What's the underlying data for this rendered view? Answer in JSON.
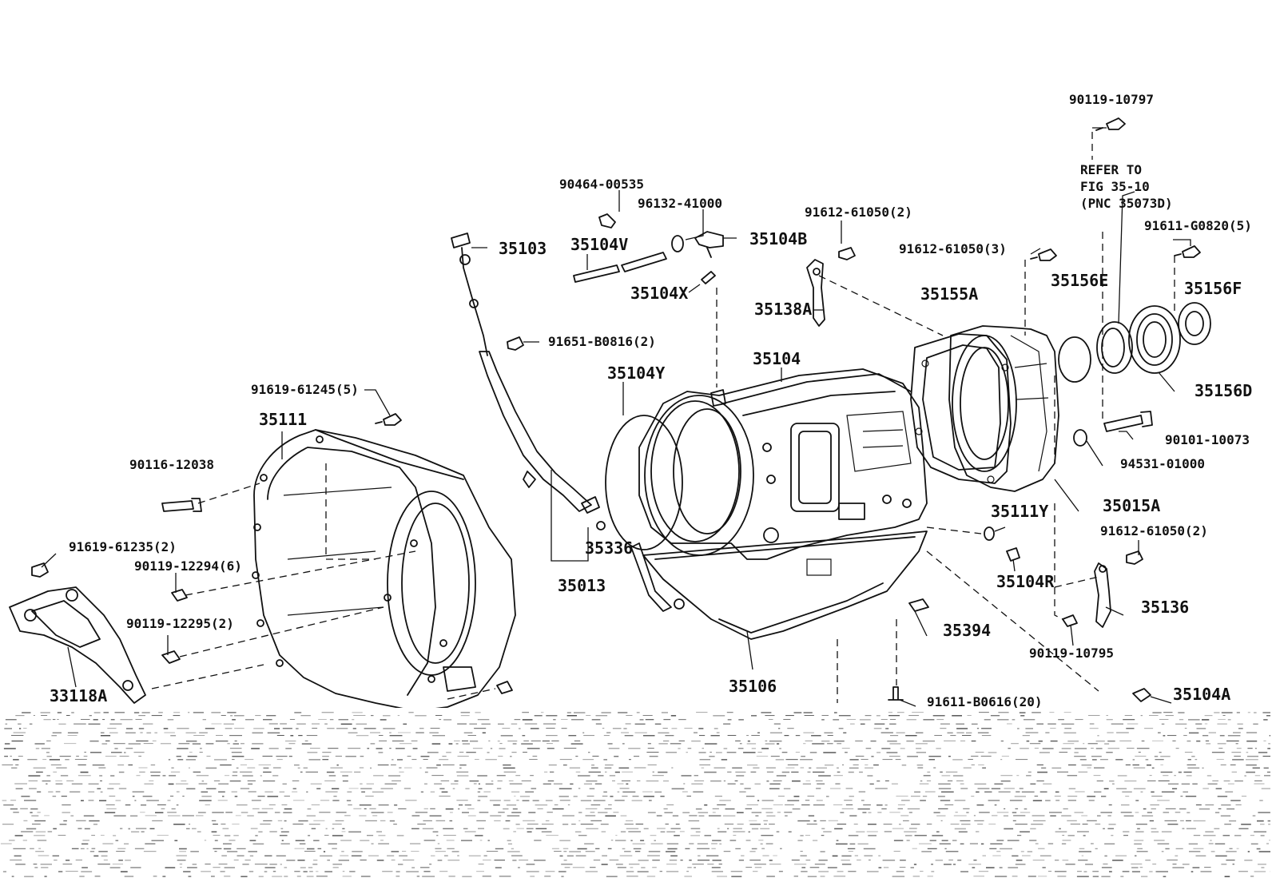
{
  "labels": {
    "l_90119_10797": "90119-10797",
    "refer_line1": "REFER TO",
    "refer_line2": "FIG 35-10",
    "refer_line3": "(PNC 35073D)",
    "l_91611_G0820": "91611-G0820(5)",
    "l_90464_00535": "90464-00535",
    "l_96132_41000": "96132-41000",
    "l_91612_61050_a": "91612-61050(2)",
    "l_35103": "35103",
    "l_35104V": "35104V",
    "l_35104B": "35104B",
    "l_91612_61050_3": "91612-61050(3)",
    "l_35156E": "35156E",
    "l_35156F": "35156F",
    "l_35104X": "35104X",
    "l_35155A": "35155A",
    "l_35138A": "35138A",
    "l_91651_B0816": "91651-B0816(2)",
    "l_35104": "35104",
    "l_35156D": "35156D",
    "l_35104Y": "35104Y",
    "l_91619_61245": "91619-61245(5)",
    "l_35111": "35111",
    "l_90101_10073": "90101-10073",
    "l_94531_01000": "94531-01000",
    "l_90116_12038": "90116-12038",
    "l_35015A": "35015A",
    "l_35111Y": "35111Y",
    "l_91612_61050_b": "91612-61050(2)",
    "l_91619_61235": "91619-61235(2)",
    "l_35336": "35336",
    "l_90119_12294": "90119-12294(6)",
    "l_35104R": "35104R",
    "l_35013": "35013",
    "l_35136": "35136",
    "l_90119_12295": "90119-12295(2)",
    "l_35394": "35394",
    "l_90119_10795": "90119-10795",
    "l_35106": "35106",
    "l_33118A": "33118A",
    "l_91611_B0616": "91611-B0616(20)",
    "l_35104A": "35104A"
  }
}
